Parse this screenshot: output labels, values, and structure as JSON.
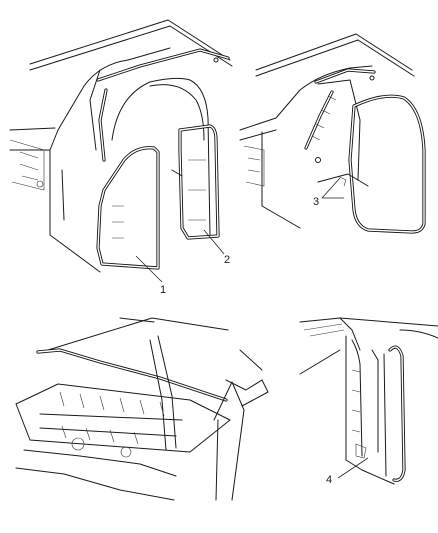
{
  "callouts": {
    "c1": "1",
    "c2": "2",
    "c3": "3",
    "c4": "4"
  }
}
